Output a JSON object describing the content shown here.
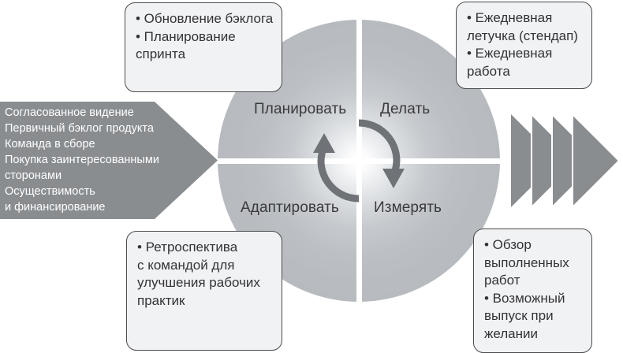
{
  "diagram": {
    "title": "Scrum / Agile cycle diagram",
    "colors": {
      "arrow_gray": "#8a8d90",
      "wheel_gray": "#b6babe",
      "box_fill": "#f1f2f3",
      "box_border": "#4a4a4c",
      "text_dark": "#333335",
      "text_light": "#ffffff"
    },
    "wheel": {
      "quadrants": [
        {
          "id": "plan",
          "label": "Планировать"
        },
        {
          "id": "do",
          "label": "Делать"
        },
        {
          "id": "adapt",
          "label": "Адаптировать"
        },
        {
          "id": "measure",
          "label": "Измерять"
        }
      ],
      "center_icon": "circular-cycle-arrow-icon"
    },
    "input_arrow": {
      "icon": "right-pointing-block-arrow",
      "lines": [
        "Согласованное видение",
        "Первичный бэклог продукта",
        "Команда в сборе",
        "Покупка заинтересованными",
        "сторонами",
        "Осуществимость",
        "и финансирование"
      ]
    },
    "output_arrows": {
      "icon": "chevron-arrows-right",
      "count": 4
    },
    "boxes": {
      "top_left": {
        "lines": [
          "• Обновление бэклога",
          "• Планирование",
          "спринта"
        ]
      },
      "top_right": {
        "lines": [
          "• Ежедневная",
          "летучка (стендап)",
          "• Ежедневная",
          "работа"
        ]
      },
      "bottom_left": {
        "lines": [
          "• Ретроспектива",
          "с командой для",
          "улучшения рабочих",
          "практик"
        ]
      },
      "bottom_right": {
        "lines": [
          "• Обзор",
          "выполненных",
          "работ",
          "• Возможный",
          "выпуск при",
          "желании"
        ]
      }
    }
  }
}
